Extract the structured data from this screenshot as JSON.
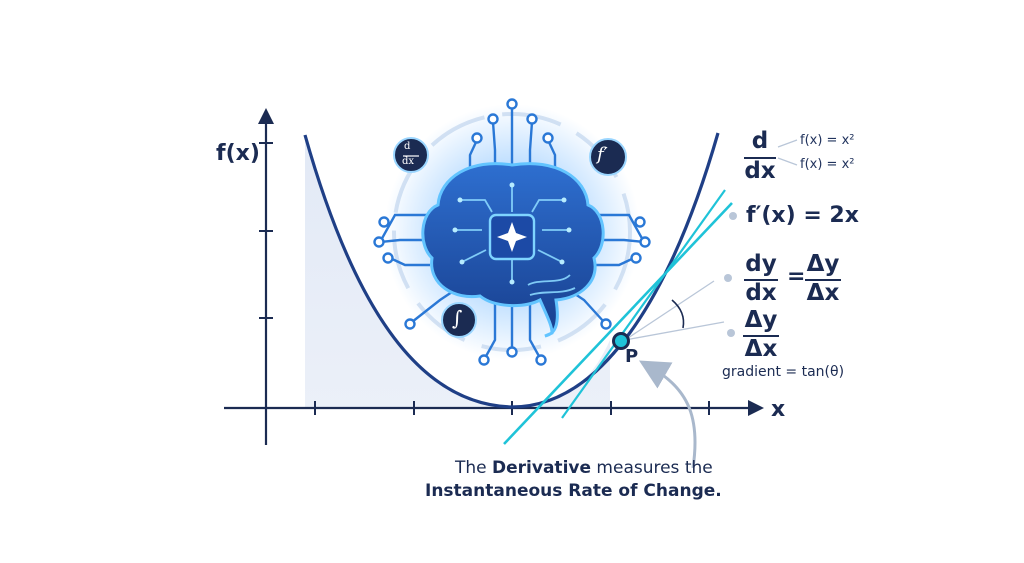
{
  "axes": {
    "y_label": "f(x)",
    "x_label": "x"
  },
  "point_label": "P",
  "badges": {
    "derivative_top": "d",
    "derivative_bottom": "dx",
    "prime": "f′",
    "integral": "∫"
  },
  "notation": {
    "d_num": "d",
    "d_den": "dx",
    "func_a": "f(x) = x²",
    "func_b": "f(x) = x²",
    "derivative_result": "f′(x) = 2x",
    "dy": "dy",
    "dx": "dx",
    "equals": "=",
    "delta_y": "Δy",
    "delta_x": "Δx",
    "delta_y2": "Δy",
    "delta_x2": "Δx",
    "gradient": "gradient = tan(θ)"
  },
  "caption": {
    "line1_pre": "The ",
    "line1_bold": "Derivative",
    "line1_post": " measures the",
    "line2": "Instantaneous Rate of Change."
  },
  "colors": {
    "navy": "#1b2b52",
    "curve": "#1f3f86",
    "tangent": "#1fc3d8",
    "glow": "#3aa6ff",
    "shade": "#e8eef8"
  }
}
